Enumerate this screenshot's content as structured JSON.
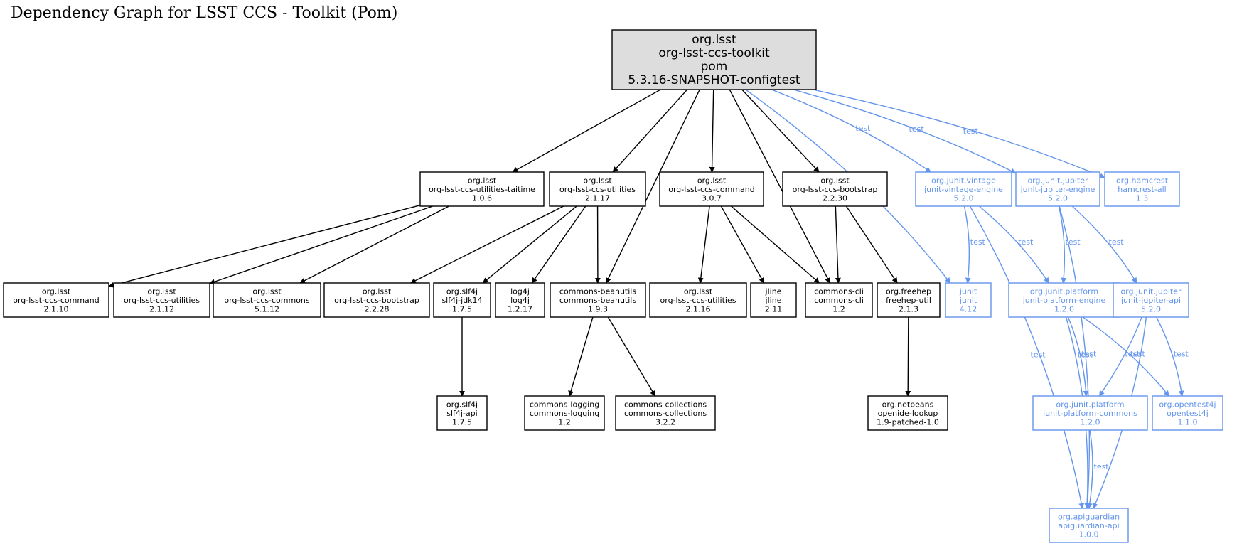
{
  "title": "Dependency Graph for LSST CCS - Toolkit (Pom)",
  "colors": {
    "compile": "#000000",
    "test": "#6495ed",
    "root_fill": "#dddddd"
  },
  "nodes": [
    {
      "id": "root",
      "lines": [
        "org.lsst",
        "org-lsst-ccs-toolkit",
        "pom",
        "5.3.16-SNAPSHOT-configtest"
      ],
      "scope": "root"
    },
    {
      "id": "taitime",
      "lines": [
        "org.lsst",
        "org-lsst-ccs-utilities-taitime",
        "1.0.6"
      ],
      "scope": "compile"
    },
    {
      "id": "util2117",
      "lines": [
        "org.lsst",
        "org-lsst-ccs-utilities",
        "2.1.17"
      ],
      "scope": "compile"
    },
    {
      "id": "cmd307",
      "lines": [
        "org.lsst",
        "org-lsst-ccs-command",
        "3.0.7"
      ],
      "scope": "compile"
    },
    {
      "id": "boot2230",
      "lines": [
        "org.lsst",
        "org-lsst-ccs-bootstrap",
        "2.2.30"
      ],
      "scope": "compile"
    },
    {
      "id": "vintage",
      "lines": [
        "org.junit.vintage",
        "junit-vintage-engine",
        "5.2.0"
      ],
      "scope": "test"
    },
    {
      "id": "jupeng",
      "lines": [
        "org.junit.jupiter",
        "junit-jupiter-engine",
        "5.2.0"
      ],
      "scope": "test"
    },
    {
      "id": "hamcrest",
      "lines": [
        "org.hamcrest",
        "hamcrest-all",
        "1.3"
      ],
      "scope": "test"
    },
    {
      "id": "cmd2110",
      "lines": [
        "org.lsst",
        "org-lsst-ccs-command",
        "2.1.10"
      ],
      "scope": "compile"
    },
    {
      "id": "util2112",
      "lines": [
        "org.lsst",
        "org-lsst-ccs-utilities",
        "2.1.12"
      ],
      "scope": "compile"
    },
    {
      "id": "commons5112",
      "lines": [
        "org.lsst",
        "org-lsst-ccs-commons",
        "5.1.12"
      ],
      "scope": "compile"
    },
    {
      "id": "boot2228",
      "lines": [
        "org.lsst",
        "org-lsst-ccs-bootstrap",
        "2.2.28"
      ],
      "scope": "compile"
    },
    {
      "id": "slf4jjdk",
      "lines": [
        "org.slf4j",
        "slf4j-jdk14",
        "1.7.5"
      ],
      "scope": "compile"
    },
    {
      "id": "log4j",
      "lines": [
        "log4j",
        "log4j",
        "1.2.17"
      ],
      "scope": "compile"
    },
    {
      "id": "beanutils",
      "lines": [
        "commons-beanutils",
        "commons-beanutils",
        "1.9.3"
      ],
      "scope": "compile"
    },
    {
      "id": "util2116",
      "lines": [
        "org.lsst",
        "org-lsst-ccs-utilities",
        "2.1.16"
      ],
      "scope": "compile"
    },
    {
      "id": "jline",
      "lines": [
        "jline",
        "jline",
        "2.11"
      ],
      "scope": "compile"
    },
    {
      "id": "cli",
      "lines": [
        "commons-cli",
        "commons-cli",
        "1.2"
      ],
      "scope": "compile"
    },
    {
      "id": "freehep",
      "lines": [
        "org.freehep",
        "freehep-util",
        "2.1.3"
      ],
      "scope": "compile"
    },
    {
      "id": "junit",
      "lines": [
        "junit",
        "junit",
        "4.12"
      ],
      "scope": "test"
    },
    {
      "id": "platengine",
      "lines": [
        "org.junit.platform",
        "junit-platform-engine",
        "1.2.0"
      ],
      "scope": "test"
    },
    {
      "id": "jupapi",
      "lines": [
        "org.junit.jupiter",
        "junit-jupiter-api",
        "5.2.0"
      ],
      "scope": "test"
    },
    {
      "id": "slf4japi",
      "lines": [
        "org.slf4j",
        "slf4j-api",
        "1.7.5"
      ],
      "scope": "compile"
    },
    {
      "id": "logging",
      "lines": [
        "commons-logging",
        "commons-logging",
        "1.2"
      ],
      "scope": "compile"
    },
    {
      "id": "collections",
      "lines": [
        "commons-collections",
        "commons-collections",
        "3.2.2"
      ],
      "scope": "compile"
    },
    {
      "id": "openide",
      "lines": [
        "org.netbeans",
        "openide-lookup",
        "1.9-patched-1.0"
      ],
      "scope": "compile"
    },
    {
      "id": "platcommons",
      "lines": [
        "org.junit.platform",
        "junit-platform-commons",
        "1.2.0"
      ],
      "scope": "test"
    },
    {
      "id": "opentest4j",
      "lines": [
        "org.opentest4j",
        "opentest4j",
        "1.1.0"
      ],
      "scope": "test"
    },
    {
      "id": "apiguardian",
      "lines": [
        "org.apiguardian",
        "apiguardian-api",
        "1.0.0"
      ],
      "scope": "test"
    }
  ],
  "edges": [
    {
      "from": "root",
      "to": "taitime",
      "scope": "compile",
      "label": ""
    },
    {
      "from": "root",
      "to": "util2117",
      "scope": "compile",
      "label": ""
    },
    {
      "from": "root",
      "to": "beanutils",
      "scope": "compile",
      "label": ""
    },
    {
      "from": "root",
      "to": "cmd307",
      "scope": "compile",
      "label": ""
    },
    {
      "from": "root",
      "to": "cli",
      "scope": "compile",
      "label": ""
    },
    {
      "from": "root",
      "to": "boot2230",
      "scope": "compile",
      "label": ""
    },
    {
      "from": "root",
      "to": "junit",
      "scope": "test",
      "label": "test"
    },
    {
      "from": "root",
      "to": "vintage",
      "scope": "test",
      "label": "test"
    },
    {
      "from": "root",
      "to": "jupeng",
      "scope": "test",
      "label": "test"
    },
    {
      "from": "root",
      "to": "hamcrest",
      "scope": "test",
      "label": "test"
    },
    {
      "from": "taitime",
      "to": "cmd2110",
      "scope": "compile",
      "label": ""
    },
    {
      "from": "taitime",
      "to": "util2112",
      "scope": "compile",
      "label": ""
    },
    {
      "from": "taitime",
      "to": "commons5112",
      "scope": "compile",
      "label": ""
    },
    {
      "from": "util2117",
      "to": "boot2228",
      "scope": "compile",
      "label": ""
    },
    {
      "from": "util2117",
      "to": "slf4jjdk",
      "scope": "compile",
      "label": ""
    },
    {
      "from": "util2117",
      "to": "log4j",
      "scope": "compile",
      "label": ""
    },
    {
      "from": "util2117",
      "to": "beanutils",
      "scope": "compile",
      "label": ""
    },
    {
      "from": "cmd307",
      "to": "util2116",
      "scope": "compile",
      "label": ""
    },
    {
      "from": "cmd307",
      "to": "jline",
      "scope": "compile",
      "label": ""
    },
    {
      "from": "cmd307",
      "to": "cli",
      "scope": "compile",
      "label": ""
    },
    {
      "from": "boot2230",
      "to": "cli",
      "scope": "compile",
      "label": ""
    },
    {
      "from": "boot2230",
      "to": "freehep",
      "scope": "compile",
      "label": ""
    },
    {
      "from": "vintage",
      "to": "junit",
      "scope": "test",
      "label": "test"
    },
    {
      "from": "vintage",
      "to": "platengine",
      "scope": "test",
      "label": "test"
    },
    {
      "from": "vintage",
      "to": "apiguardian",
      "scope": "test",
      "label": "test"
    },
    {
      "from": "jupeng",
      "to": "platengine",
      "scope": "test",
      "label": "test"
    },
    {
      "from": "jupeng",
      "to": "jupapi",
      "scope": "test",
      "label": "test"
    },
    {
      "from": "jupeng",
      "to": "apiguardian",
      "scope": "test",
      "label": "test"
    },
    {
      "from": "slf4jjdk",
      "to": "slf4japi",
      "scope": "compile",
      "label": ""
    },
    {
      "from": "beanutils",
      "to": "logging",
      "scope": "compile",
      "label": ""
    },
    {
      "from": "beanutils",
      "to": "collections",
      "scope": "compile",
      "label": ""
    },
    {
      "from": "freehep",
      "to": "openide",
      "scope": "compile",
      "label": ""
    },
    {
      "from": "platengine",
      "to": "platcommons",
      "scope": "test",
      "label": "test"
    },
    {
      "from": "platengine",
      "to": "opentest4j",
      "scope": "test",
      "label": "test"
    },
    {
      "from": "platengine",
      "to": "apiguardian",
      "scope": "test",
      "label": "test"
    },
    {
      "from": "jupapi",
      "to": "platcommons",
      "scope": "test",
      "label": "test"
    },
    {
      "from": "jupapi",
      "to": "opentest4j",
      "scope": "test",
      "label": "test"
    },
    {
      "from": "jupapi",
      "to": "apiguardian",
      "scope": "test",
      "label": "test"
    },
    {
      "from": "platcommons",
      "to": "apiguardian",
      "scope": "test",
      "label": "test"
    }
  ]
}
